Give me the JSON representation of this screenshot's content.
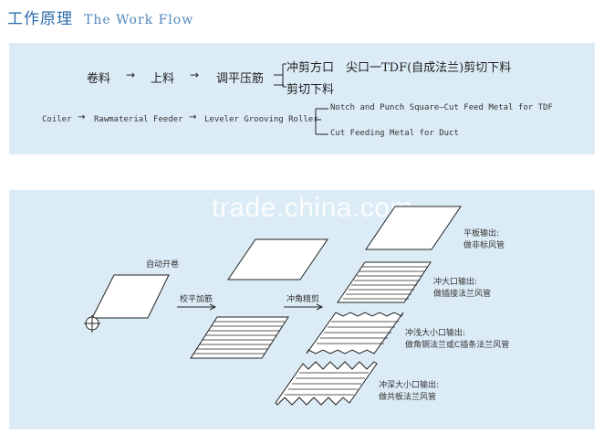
{
  "header": {
    "title_cn": "工作原理",
    "title_en": "The Work Flow"
  },
  "flow_cn": {
    "step1": "卷料",
    "step2": "上料",
    "step3": "调平压筋",
    "branch1": "冲剪方口　尖口一TDF(自成法兰)剪切下料",
    "branch2": "剪切下料"
  },
  "flow_en": {
    "step1": "Coiler",
    "step2": "Rawmaterial Feeder",
    "step3": "Leveler Grooving Roller",
    "branch1": "Notch and Punch Square—Cut Feed Metal for TDF",
    "branch2": "Cut Feeding Metal for Duct"
  },
  "watermark": "trade.china.com",
  "diagram": {
    "uncoil": "自动开卷",
    "level": "校平加筋",
    "punch": "冲角精剪",
    "out1_line1": "平板输出:",
    "out1_line2": "做非标风管",
    "out2_line1": "冲大口输出:",
    "out2_line2": "做插接法兰风管",
    "out3_line1": "冲浅大小口输出:",
    "out3_line2": "做角钢法兰或C插条法兰风管",
    "out4_line1": "冲深大小口输出:",
    "out4_line2": "做共板法兰风管"
  }
}
